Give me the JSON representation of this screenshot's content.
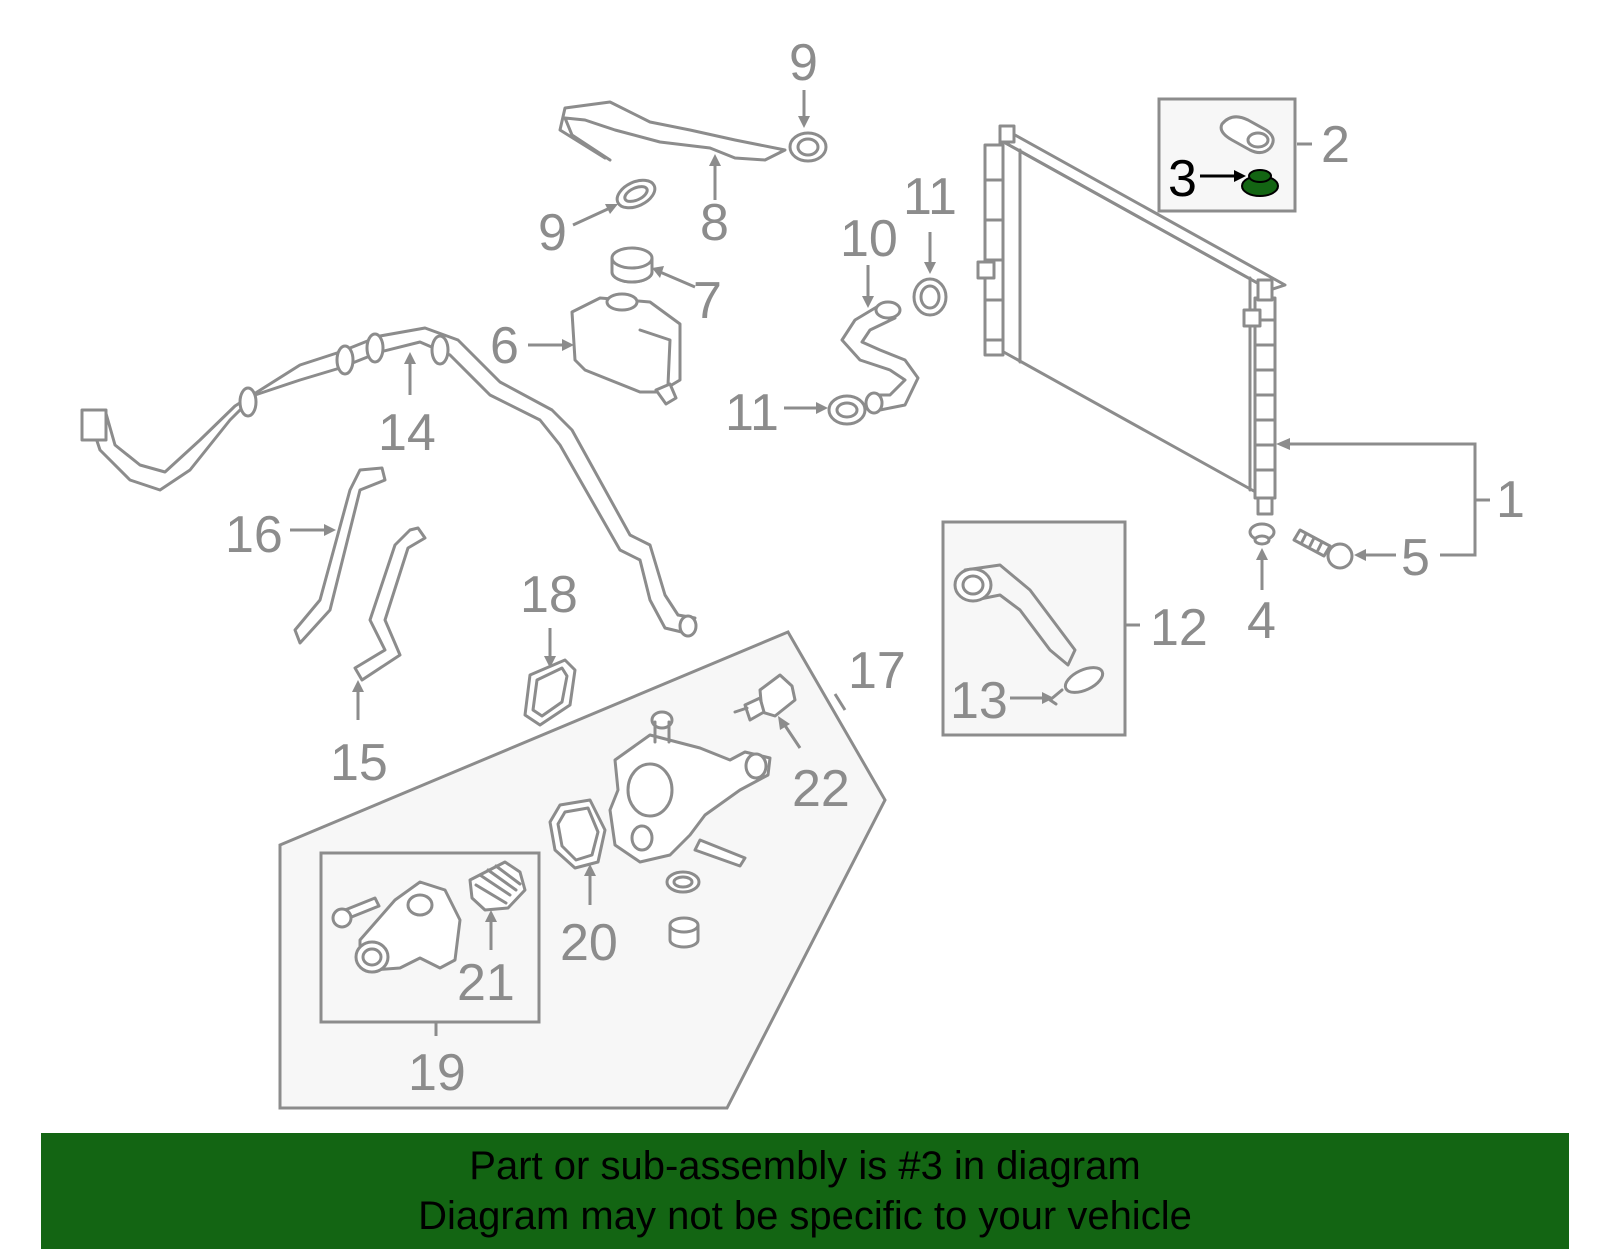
{
  "diagram": {
    "callouts": {
      "c1": "1",
      "c2": "2",
      "c3": "3",
      "c4": "4",
      "c5": "5",
      "c6": "6",
      "c7": "7",
      "c8": "8",
      "c9a": "9",
      "c9b": "9",
      "c10": "10",
      "c11a": "11",
      "c11b": "11",
      "c12": "12",
      "c13": "13",
      "c14": "14",
      "c15": "15",
      "c16": "16",
      "c17": "17",
      "c18": "18",
      "c19": "19",
      "c20": "20",
      "c21": "21",
      "c22": "22"
    },
    "highlighted_part": "3",
    "colors": {
      "line": "#8c8c8c",
      "highlight_fill": "#136513",
      "banner_bg": "#136513",
      "box_fill": "#f7f7f7"
    }
  },
  "banner": {
    "line1": "Part or sub-assembly is #3 in diagram",
    "line2": "Diagram may not be specific to your vehicle"
  }
}
